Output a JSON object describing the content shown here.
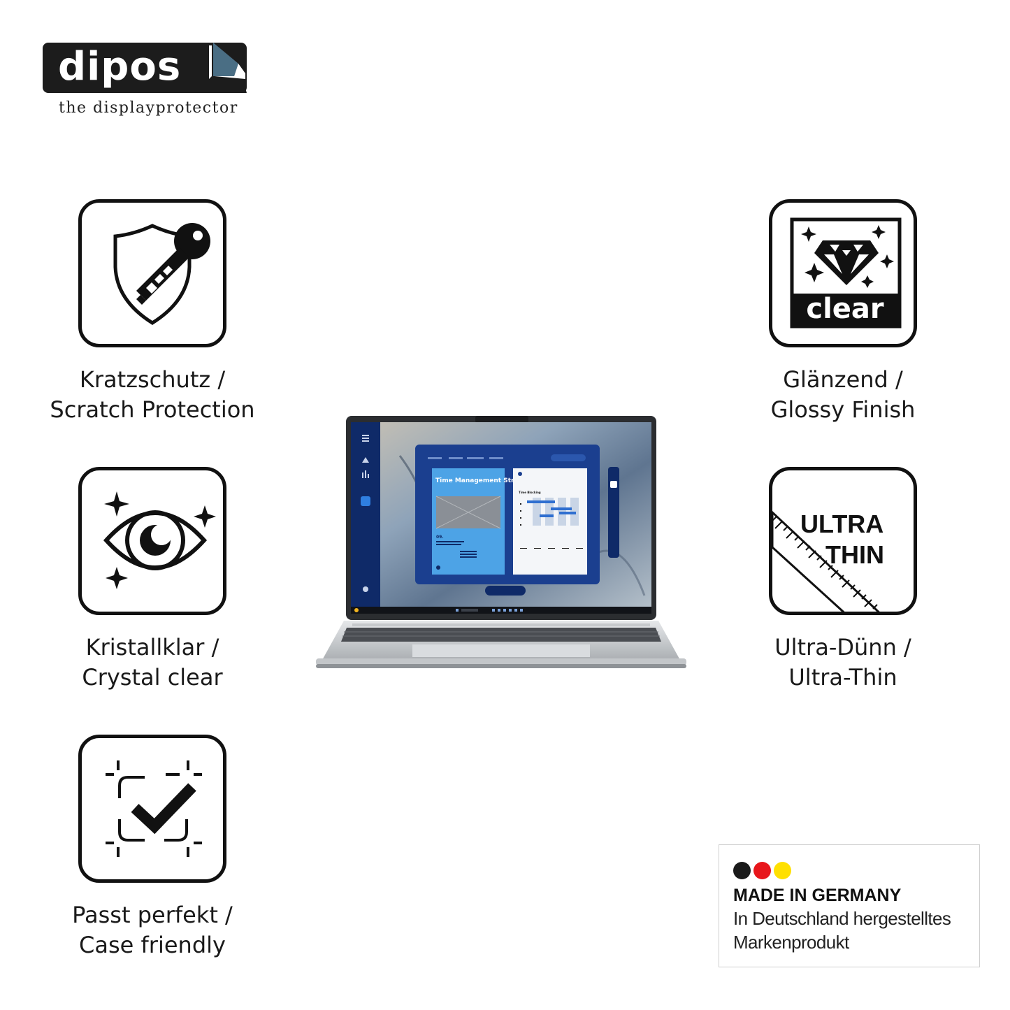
{
  "brand": {
    "name": "dipos",
    "tagline": "the displayprotector"
  },
  "features": [
    {
      "icon": "shield-key-icon",
      "line1": "Kratzschutz /",
      "line2": "Scratch Protection"
    },
    {
      "icon": "eye-icon",
      "line1": "Kristallklar /",
      "line2": "Crystal clear"
    },
    {
      "icon": "fit-check-icon",
      "line1": "Passt perfekt /",
      "line2": "Case friendly"
    },
    {
      "icon": "diamond-clear-icon",
      "badge_text": "clear",
      "line1": "Glänzend /",
      "line2": "Glossy Finish"
    },
    {
      "icon": "ultra-thin-icon",
      "badge_line1": "ULTRA",
      "badge_line2": "THIN",
      "line1": "Ultra-Dünn /",
      "line2": "Ultra-Thin"
    }
  ],
  "laptop": {
    "slide_title": "Time Management Strategies",
    "slide_number": "09.",
    "chart_title": "Time Blocking"
  },
  "made_in_germany": {
    "title": "MADE IN GERMANY",
    "line1": "In Deutschland hergestelltes",
    "line2": "Markenprodukt",
    "colors": [
      "#1a1a1a",
      "#e8161b",
      "#ffe000"
    ]
  },
  "colors": {
    "logo_bg": "#1c1c1c",
    "logo_accent": "#4a6e84",
    "tile_border": "#111111"
  }
}
